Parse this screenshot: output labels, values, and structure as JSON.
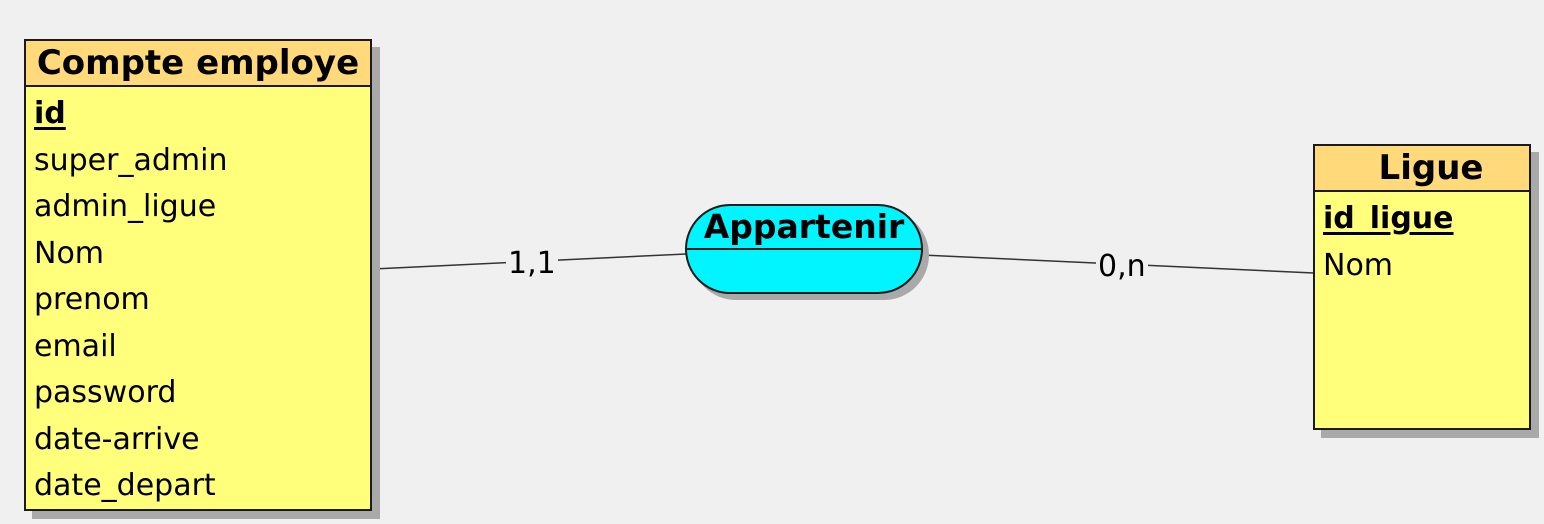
{
  "entities": {
    "compte_employe": {
      "title": "Compte employe",
      "attributes": [
        {
          "label": "id",
          "key": true
        },
        {
          "label": "super_admin",
          "key": false
        },
        {
          "label": "admin_ligue",
          "key": false
        },
        {
          "label": "Nom",
          "key": false
        },
        {
          "label": "prenom",
          "key": false
        },
        {
          "label": "email",
          "key": false
        },
        {
          "label": "password",
          "key": false
        },
        {
          "label": "date-arrive",
          "key": false
        },
        {
          "label": "date_depart",
          "key": false
        }
      ]
    },
    "ligue": {
      "title": "Ligue",
      "attributes": [
        {
          "label": "id_ligue",
          "key": true
        },
        {
          "label": "Nom",
          "key": false
        }
      ]
    }
  },
  "relation": {
    "name": "Appartenir"
  },
  "cardinalities": {
    "compte_employe": "1,1",
    "ligue": "0,n"
  },
  "colors": {
    "entity_body": "#ffff7c",
    "entity_header": "#ffd97a",
    "relation_fill": "#00f5ff",
    "background": "#f0f0f0"
  }
}
